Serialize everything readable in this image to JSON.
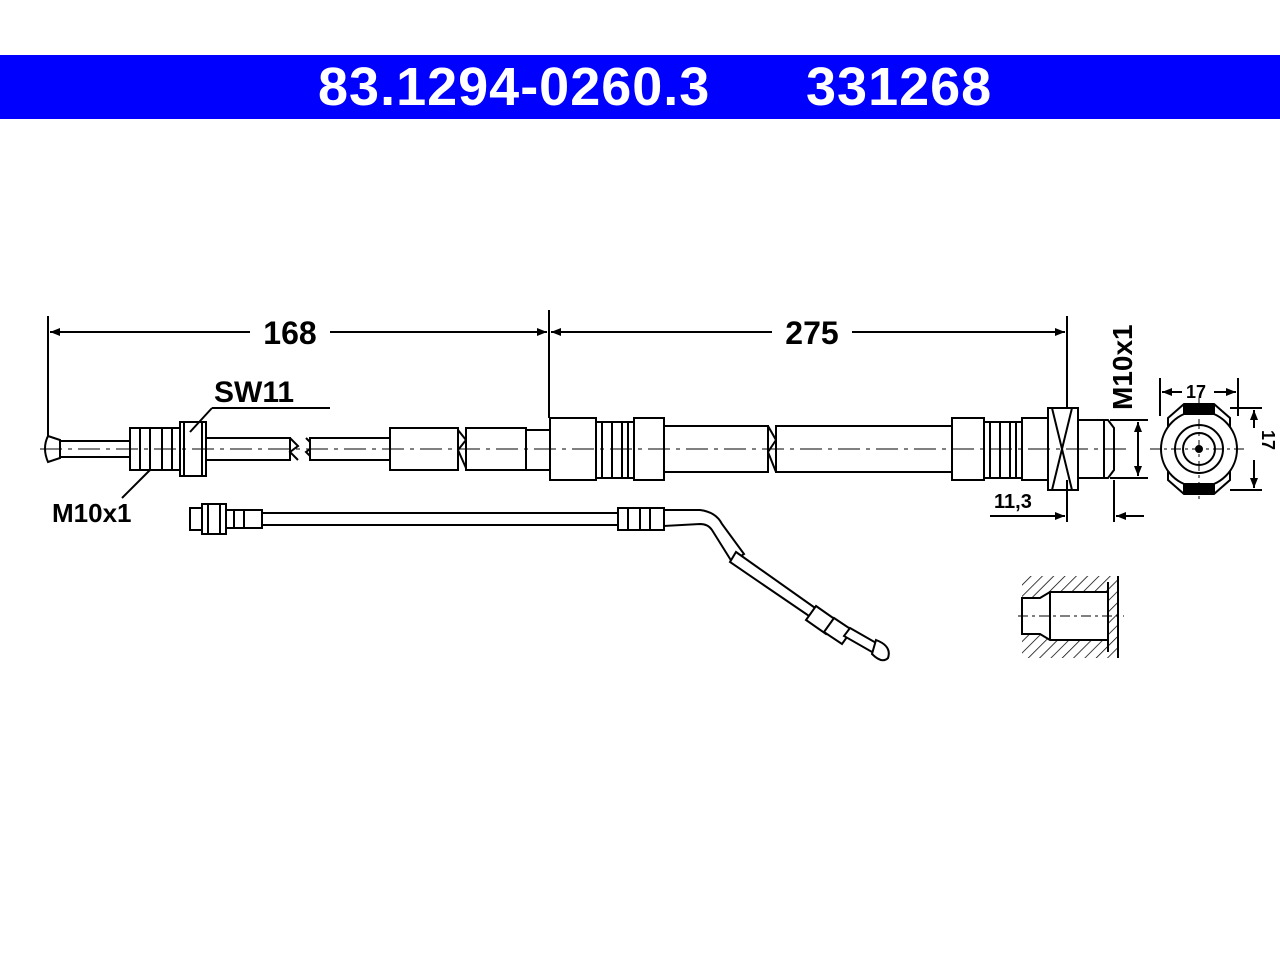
{
  "header": {
    "part_number": "83.1294-0260.3",
    "reference_number": "331268",
    "background_color": "#0000ff"
  },
  "dimensions": {
    "left_length": "168",
    "right_length": "275",
    "left_wrench_size": "SW11",
    "left_thread": "M10x1",
    "right_thread": "M10x1",
    "right_fitting_length": "11,3",
    "end_view_width": "17",
    "end_view_height": "17"
  }
}
